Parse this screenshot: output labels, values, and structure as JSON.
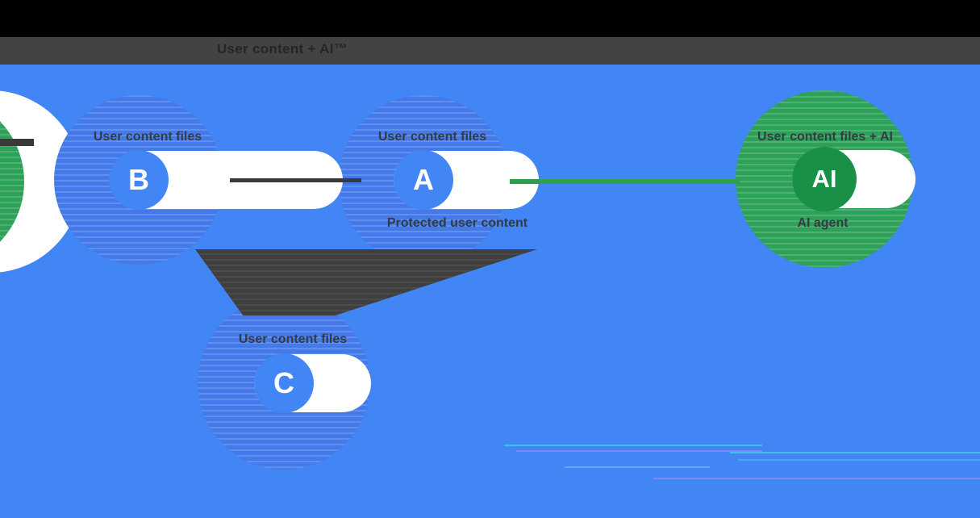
{
  "title": "User content + AI™",
  "nodes": {
    "b": {
      "letter": "B",
      "caption_above": "User content files"
    },
    "a": {
      "letter": "A",
      "caption_above": "User content files",
      "caption_below": "Protected user content"
    },
    "c": {
      "letter": "C",
      "caption_above": "User content files"
    },
    "ai": {
      "letter": "AI",
      "caption_above": "User content files + AI",
      "caption_below": "AI agent"
    }
  },
  "connectors": {
    "b_to_a": "dark horizontal line between node B and node A",
    "a_to_ai": "green horizontal line between node A and node AI",
    "merge_to_c": "dark funnel triangle merging B and A down into node C"
  },
  "partial_left_node": "green circle cut off by left image edge",
  "colors": {
    "background_blue": "#4285F4",
    "halo_blue": "#4479E9",
    "node_blue": "#4285F4",
    "halo_green": "#2EA158",
    "node_green": "#189048",
    "green_connector": "#2E9E52",
    "dark_shape": "#3A3A3A",
    "title_band": "#434343",
    "top_bar": "#000000",
    "caption_text": "#333B44"
  }
}
